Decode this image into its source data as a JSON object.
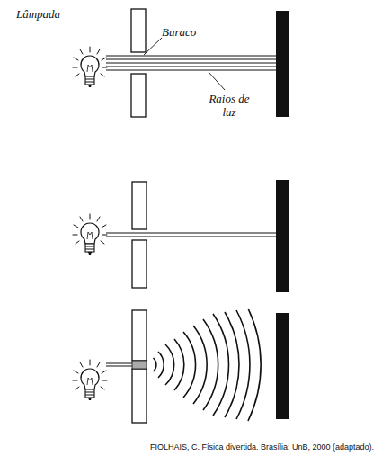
{
  "diagram": {
    "caption": "FIOLHAIS, C. Física divertida. Brasília: UnB, 2000 (adaptado).",
    "labels": [
      "Lâmpada",
      "Buraco",
      "Raios de luz"
    ]
  }
}
